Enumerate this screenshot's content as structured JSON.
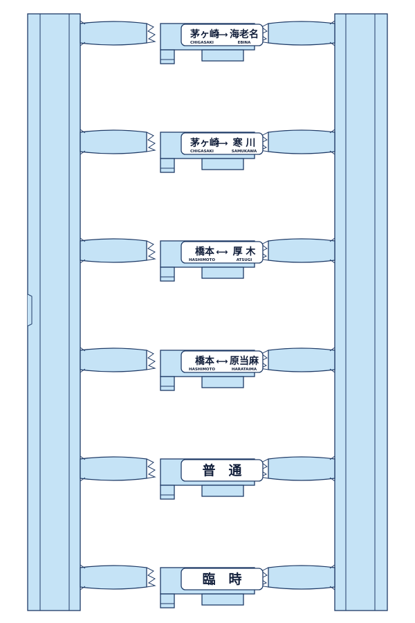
{
  "colors": {
    "fill": "#c5e3f6",
    "stroke": "#1e3a66",
    "ink": "#111e3a",
    "plate": "#ffffff"
  },
  "signs": [
    {
      "name": "sign-chigasaki-ebina",
      "kind": "route",
      "from_jp": "茅ヶ崎",
      "from_en": "CHIGASAKI",
      "arrow": "⟷",
      "to_jp": "海老名",
      "to_en": "EBINA"
    },
    {
      "name": "sign-chigasaki-samukawa",
      "kind": "route",
      "from_jp": "茅ヶ崎",
      "from_en": "CHIGASAKI",
      "arrow": "⟷",
      "to_jp": "寒 川",
      "to_en": "SAMUKAWA"
    },
    {
      "name": "sign-hashimoto-atsugi",
      "kind": "route",
      "from_jp": "橋本",
      "from_en": "HASHIMOTO",
      "arrow": "⟷",
      "to_jp": "厚 木",
      "to_en": "ATSUGI"
    },
    {
      "name": "sign-hashimoto-harataima",
      "kind": "route",
      "from_jp": "橋本",
      "from_en": "HASHIMOTO",
      "arrow": "⟷",
      "to_jp": "原当麻",
      "to_en": "HARATAIMA"
    },
    {
      "name": "sign-futsu",
      "kind": "type",
      "label": "普　通"
    },
    {
      "name": "sign-rinji",
      "kind": "type",
      "label": "臨　時"
    }
  ]
}
